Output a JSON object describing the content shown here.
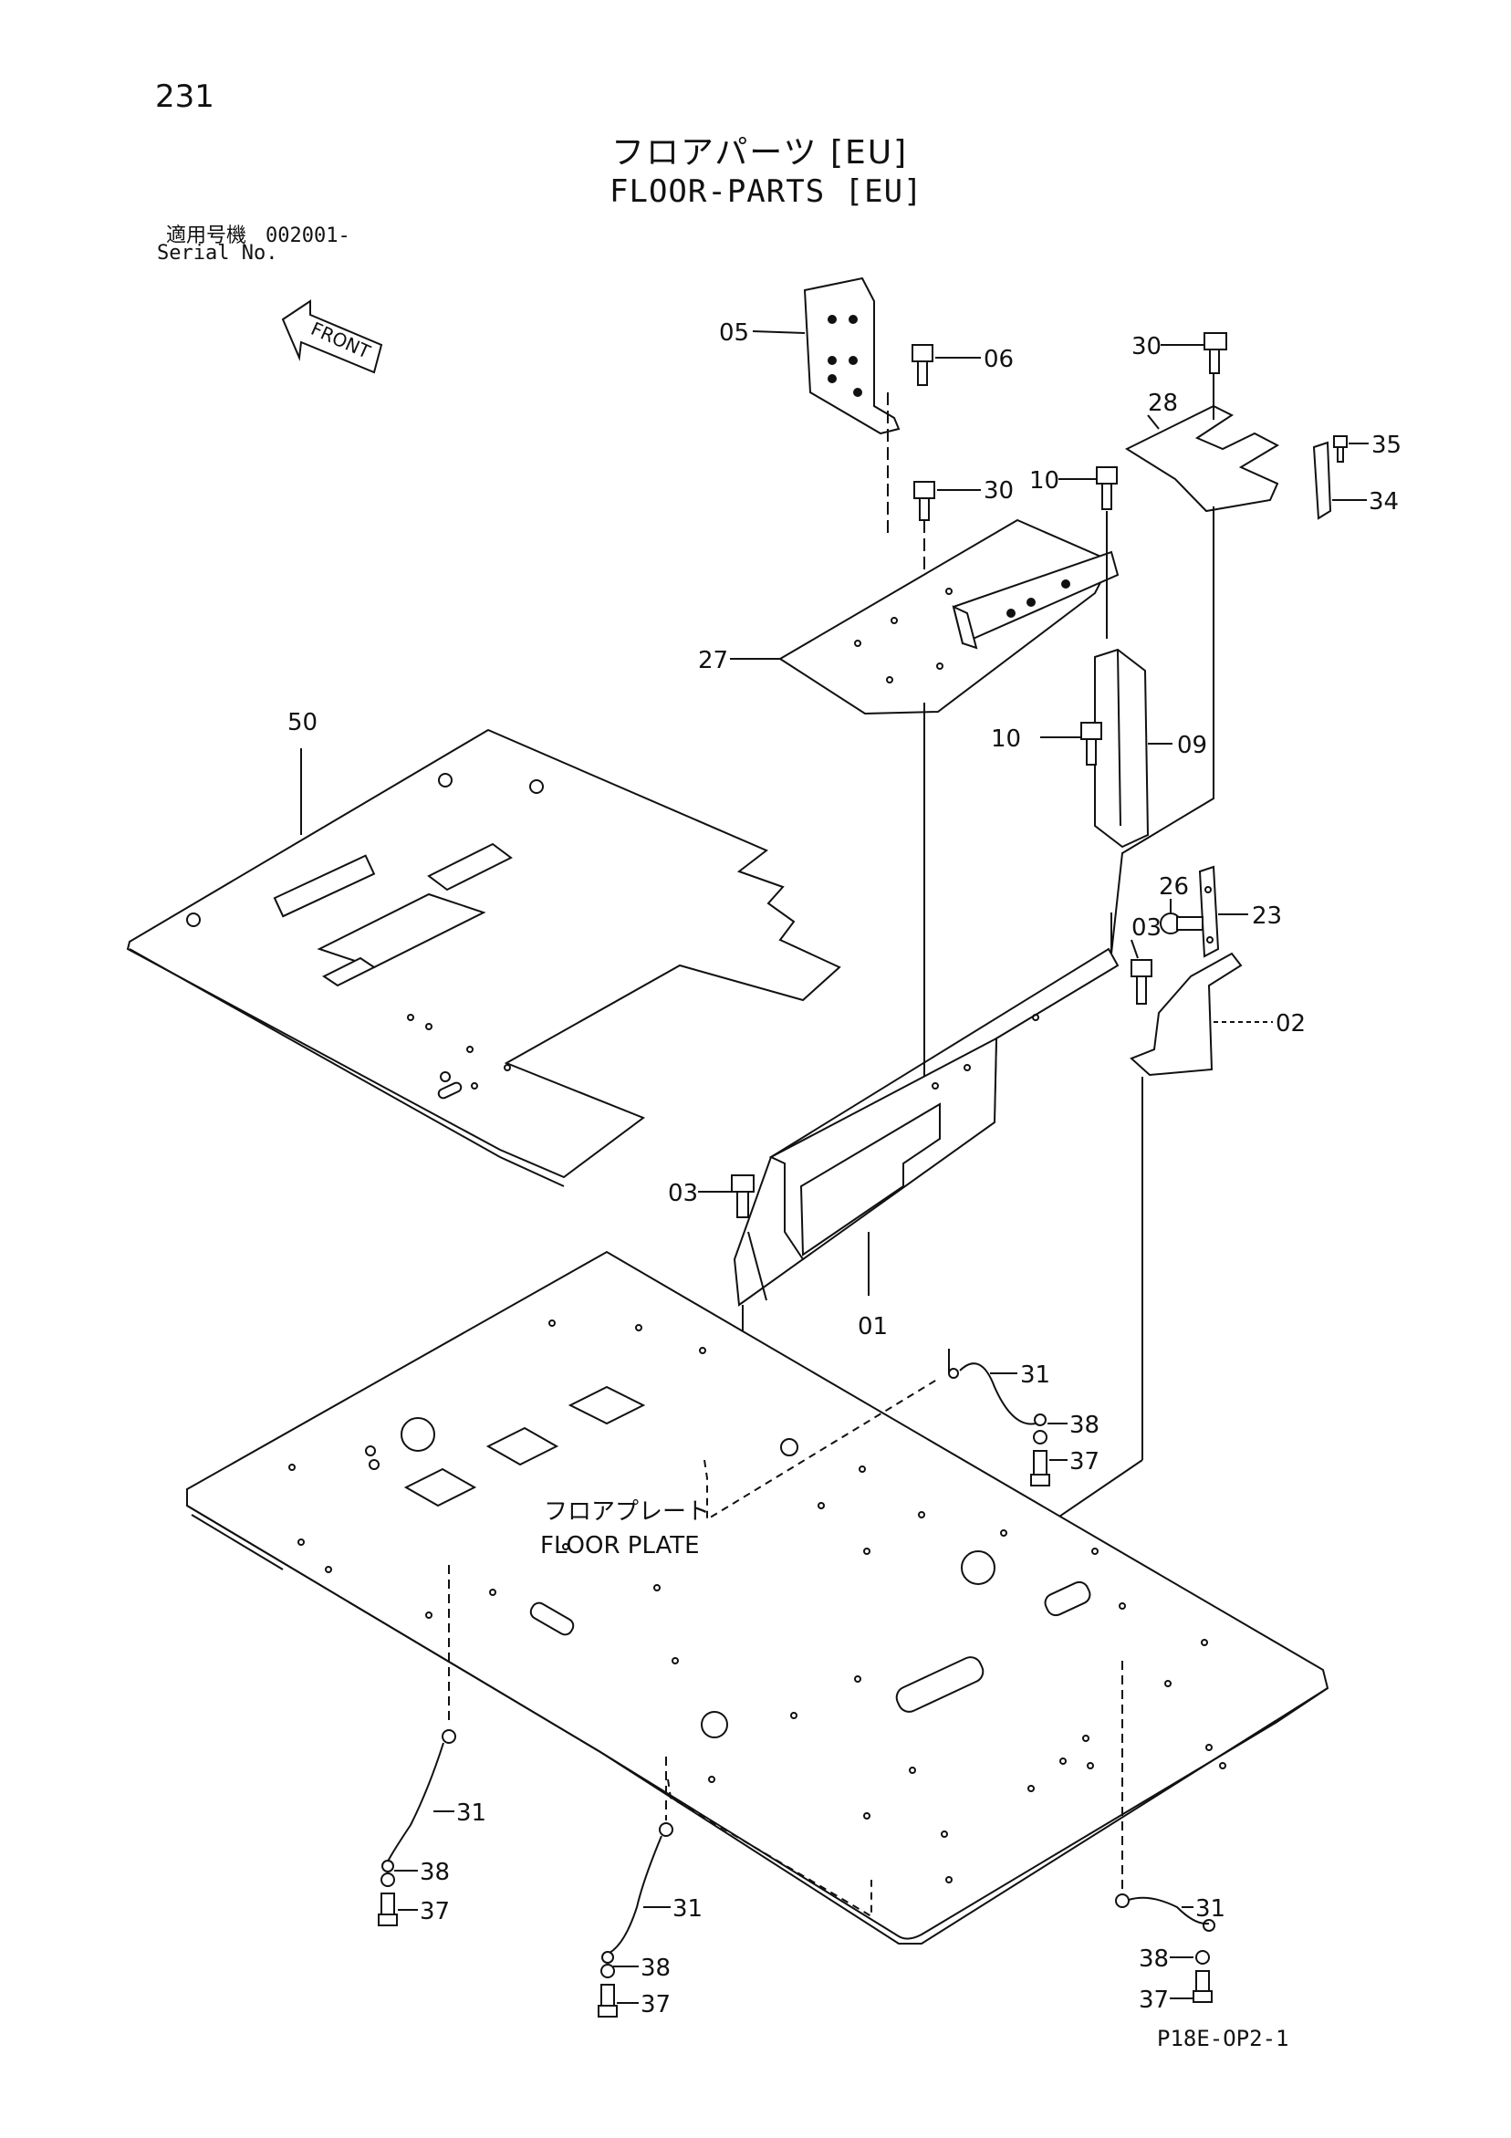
{
  "page_number": "231",
  "title_jp": "フロアパーツ [EU]",
  "title_en": "FLOOR-PARTS [EU]",
  "serial": {
    "label_jp": "適用号機",
    "value": "002001-",
    "label_en": "Serial No."
  },
  "front_label": "FRONT",
  "floor_plate_label_jp": "フロアプレート",
  "floor_plate_label_en": "FLOOR PLATE",
  "drawing_code": "P18E-OP2-1",
  "callouts": {
    "c05": "05",
    "c06": "06",
    "c30a": "30",
    "c30b": "30",
    "c28": "28",
    "c35": "35",
    "c34": "34",
    "c10a": "10",
    "c27": "27",
    "c10b": "10",
    "c09": "09",
    "c50": "50",
    "c26": "26",
    "c23": "23",
    "c03a": "03",
    "c02": "02",
    "c03b": "03",
    "c01": "01",
    "c31a": "31",
    "c38a": "38",
    "c37a": "37",
    "c31b": "31",
    "c38b": "38",
    "c37b": "37",
    "c31c": "31",
    "c38c": "38",
    "c37c": "37",
    "c31d": "31",
    "c38d": "38",
    "c37d": "37"
  }
}
